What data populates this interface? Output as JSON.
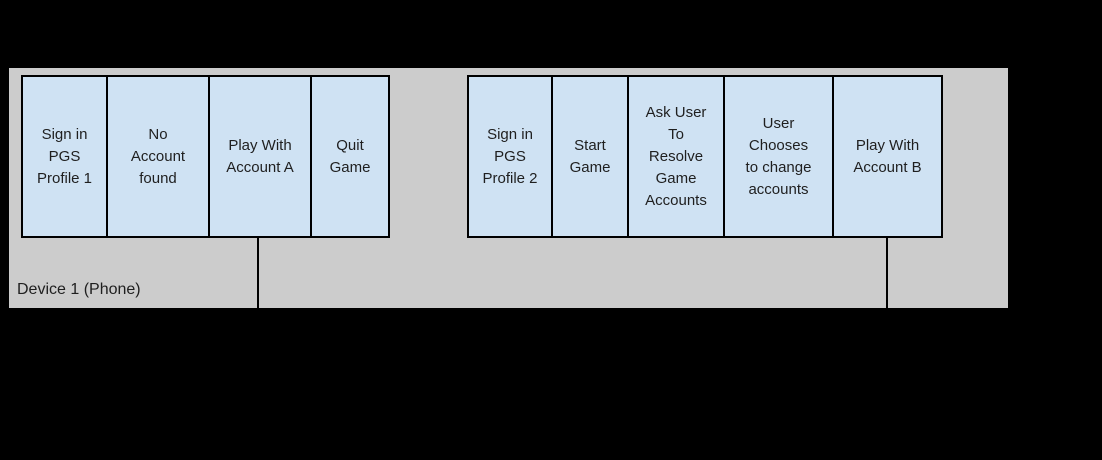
{
  "lane": {
    "label": "Device 1 (Phone)"
  },
  "flows": {
    "profile1": [
      {
        "label": "Sign in\nPGS\nProfile 1"
      },
      {
        "label": "No\nAccount\nfound"
      },
      {
        "label": "Play With\nAccount A"
      },
      {
        "label": "Quit\nGame"
      }
    ],
    "profile2": [
      {
        "label": "Sign in\nPGS\nProfile 2"
      },
      {
        "label": "Start\nGame"
      },
      {
        "label": "Ask User\nTo\nResolve\nGame\nAccounts"
      },
      {
        "label": "User\nChooses\nto change\naccounts"
      },
      {
        "label": "Play With\nAccount B"
      }
    ]
  },
  "colors": {
    "background": "#000000",
    "lane_fill": "#cccccc",
    "box_fill": "#cfe2f3",
    "box_border": "#000000",
    "text": "#1f1f1f"
  }
}
